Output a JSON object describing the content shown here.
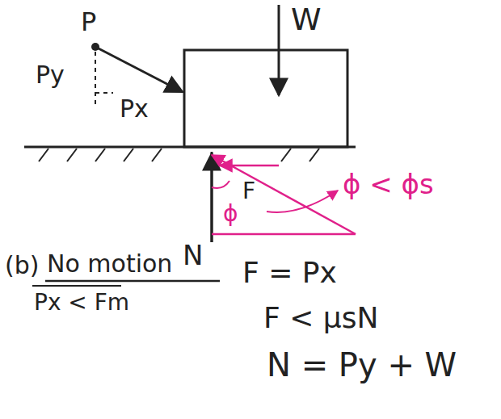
{
  "diagram": {
    "labels": [
      "P",
      "W",
      "Py",
      "Px",
      "ϕ < ϕs",
      "ϕ",
      "F",
      "N",
      "(b)",
      "No motion",
      "Px < Fm",
      "F = Px",
      "F < μsN",
      "N = Py + W"
    ]
  }
}
